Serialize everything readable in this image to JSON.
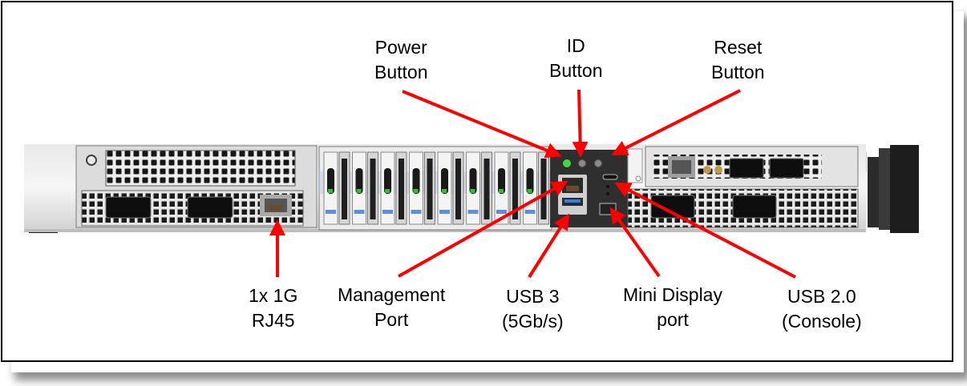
{
  "diagram": {
    "subject": "1U rack server front panel",
    "callout_color": "#ff0000",
    "labels_top": [
      {
        "id": "power-button",
        "lines": [
          "Power",
          "Button"
        ]
      },
      {
        "id": "id-button",
        "lines": [
          "ID",
          "Button"
        ]
      },
      {
        "id": "reset-button",
        "lines": [
          "Reset",
          "Button"
        ]
      }
    ],
    "labels_bottom": [
      {
        "id": "rj45",
        "lines": [
          "1x 1G",
          "RJ45"
        ]
      },
      {
        "id": "management-port",
        "lines": [
          "Management",
          "Port"
        ]
      },
      {
        "id": "usb3",
        "lines": [
          "USB 3",
          "(5Gb/s)"
        ]
      },
      {
        "id": "mini-display-port",
        "lines": [
          "Mini Display",
          "port"
        ]
      },
      {
        "id": "usb2-console",
        "lines": [
          "USB 2.0",
          "(Console)"
        ]
      }
    ],
    "drive_bays": 8,
    "power_led_color": "#3ddc3d",
    "drive_tab_color": "#5b8fd8"
  }
}
